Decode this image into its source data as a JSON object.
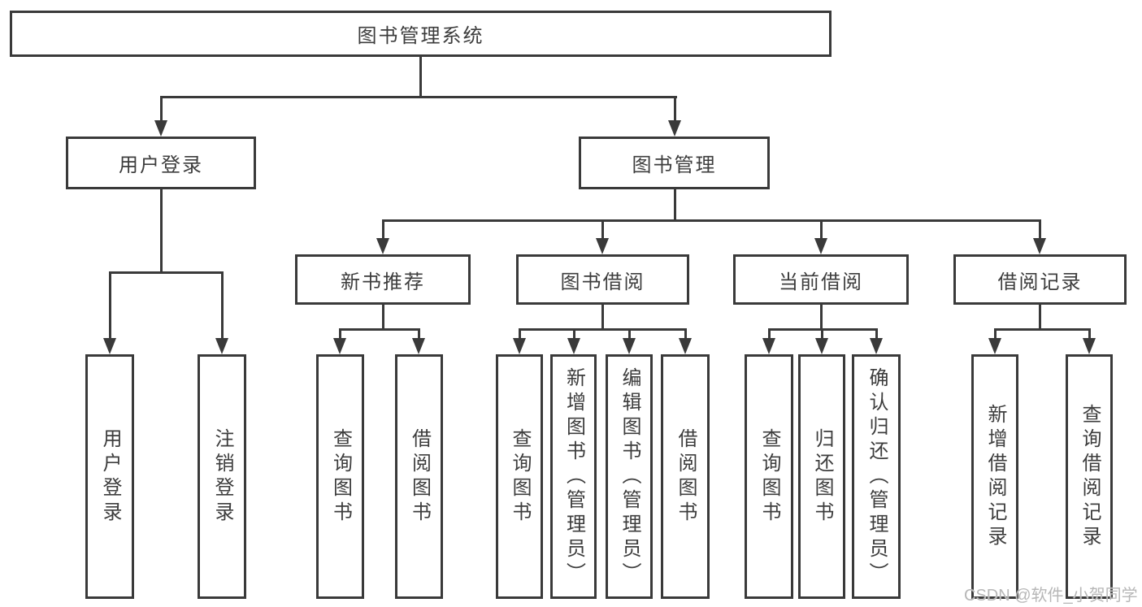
{
  "diagram_title": "图书管理系统",
  "watermark": "CSDN @软件_小贺同学",
  "colors": {
    "line": "#3a3a3a",
    "text": "#3d3d3d",
    "background": "#ffffff",
    "watermark": "#b7b7b7"
  },
  "tree": {
    "label": "图书管理系统",
    "children": [
      {
        "label": "用户登录",
        "children": [
          {
            "label": "用户登录"
          },
          {
            "label": "注销登录"
          }
        ]
      },
      {
        "label": "图书管理",
        "children": [
          {
            "label": "新书推荐",
            "children": [
              {
                "label": "查询图书"
              },
              {
                "label": "借阅图书"
              }
            ]
          },
          {
            "label": "图书借阅",
            "children": [
              {
                "label": "查询图书"
              },
              {
                "label": "新增图书（管理员）"
              },
              {
                "label": "编辑图书（管理员）"
              },
              {
                "label": "借阅图书"
              }
            ]
          },
          {
            "label": "当前借阅",
            "children": [
              {
                "label": "查询图书"
              },
              {
                "label": "归还图书"
              },
              {
                "label": "确认归还（管理员）"
              }
            ]
          },
          {
            "label": "借阅记录",
            "children": [
              {
                "label": "新增借阅记录"
              },
              {
                "label": "查询借阅记录"
              }
            ]
          }
        ]
      }
    ]
  }
}
